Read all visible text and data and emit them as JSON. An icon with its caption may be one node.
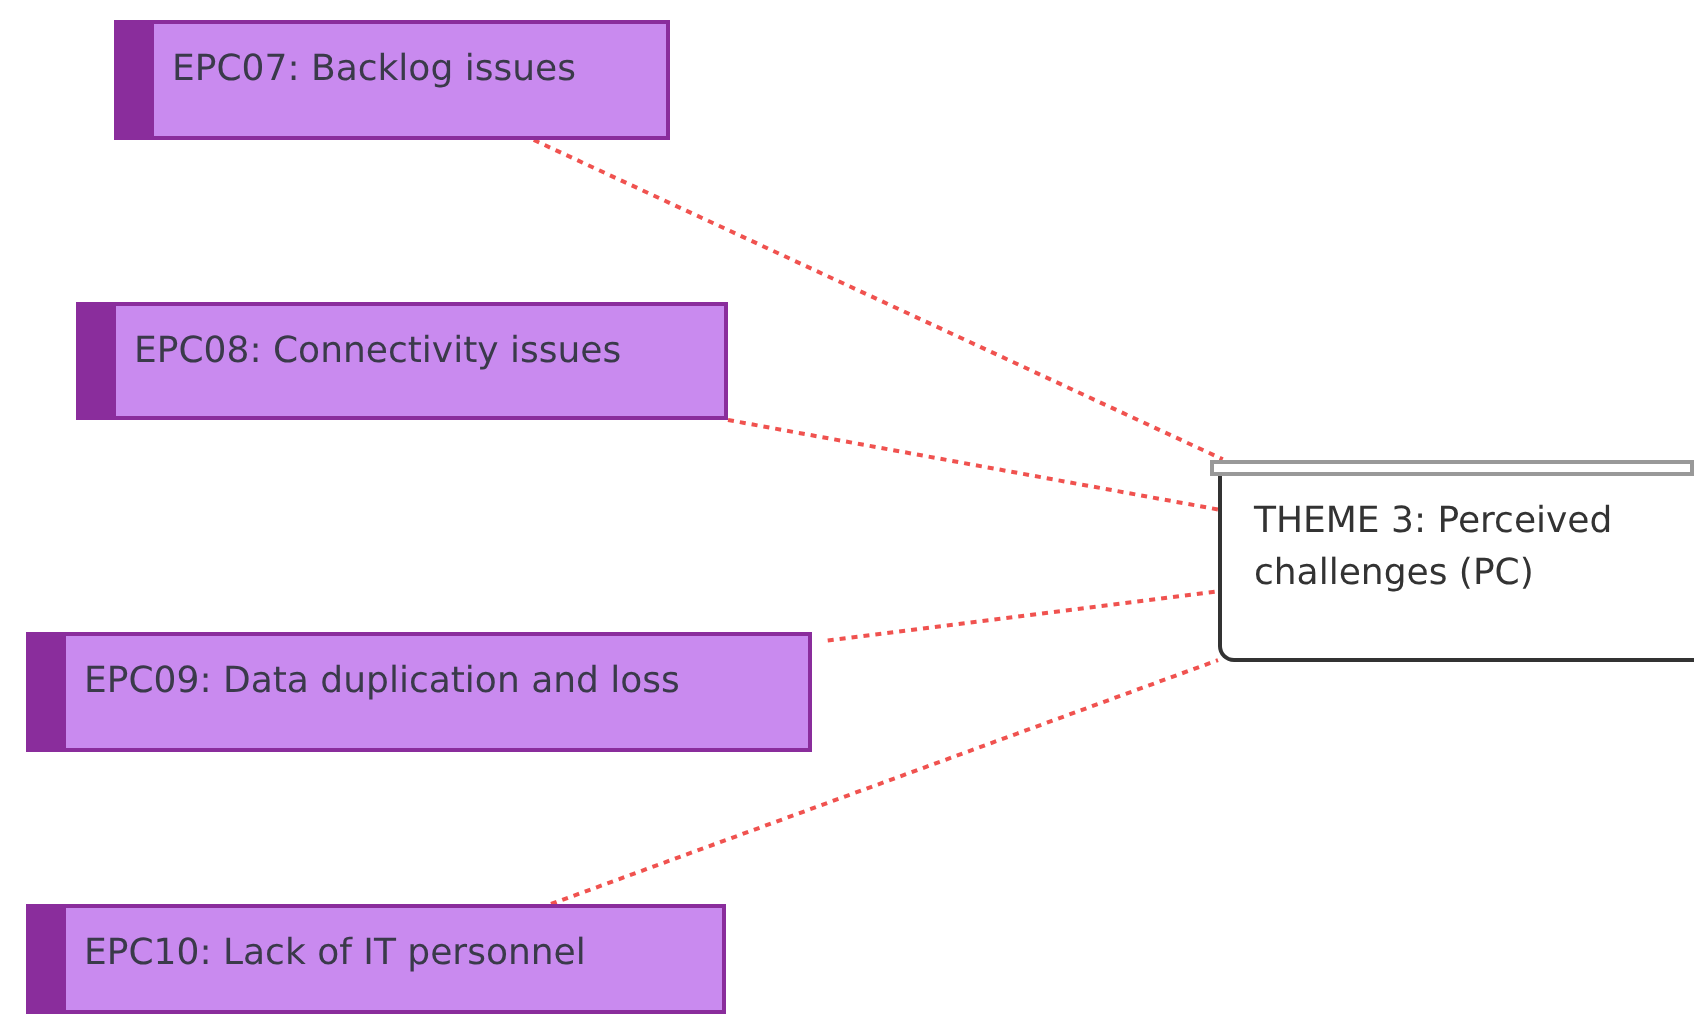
{
  "diagram": {
    "nodes": [
      {
        "text": [
          "EPC07: Backlog issues"
        ]
      },
      {
        "text": [
          "EPC08: Connectivity issues"
        ]
      },
      {
        "text": [
          "EPC09: Data duplication and loss"
        ]
      },
      {
        "text": [
          "EPC10: Lack of IT personnel"
        ]
      },
      {
        "text": [
          "THEME 3: Perceived challenges (PC)"
        ]
      }
    ],
    "edges": [
      {
        "from": 0,
        "to": 4,
        "arrow": "none",
        "style": "dashed"
      },
      {
        "from": 1,
        "to": 4,
        "arrow": "none",
        "style": "dashed"
      },
      {
        "from": 2,
        "to": 4,
        "arrow": "none",
        "style": "dashed"
      },
      {
        "from": 3,
        "to": 4,
        "arrow": "none",
        "style": "dashed"
      }
    ]
  }
}
